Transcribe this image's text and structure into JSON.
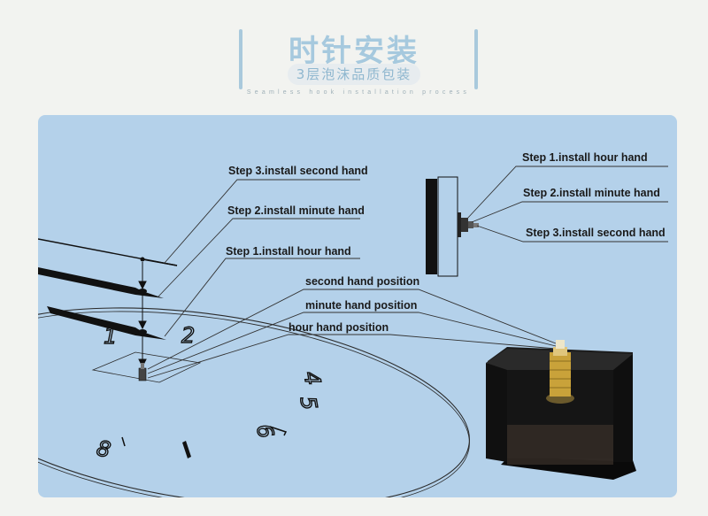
{
  "header": {
    "title": "时针安装",
    "subtitle": "3层泡沫品质包装",
    "tagline": "Seamless hook installation process"
  },
  "diagram_left": {
    "step3": "Step 3.install second hand",
    "step2": "Step 2.install minute hand",
    "step1": "Step 1.install hour hand",
    "second_pos": "second hand position",
    "minute_pos": "minute hand position",
    "hour_pos": "hour hand position"
  },
  "diagram_right": {
    "step1": "Step 1.install hour hand",
    "step2": "Step 2.install minute hand",
    "step3": "Step 3.install second hand"
  },
  "dial_numbers": [
    "1",
    "2",
    "4",
    "5",
    "6",
    "8"
  ],
  "colors": {
    "accent": "#a6c9de",
    "panel": "#b4d1ea",
    "line": "#1a1a1a"
  }
}
